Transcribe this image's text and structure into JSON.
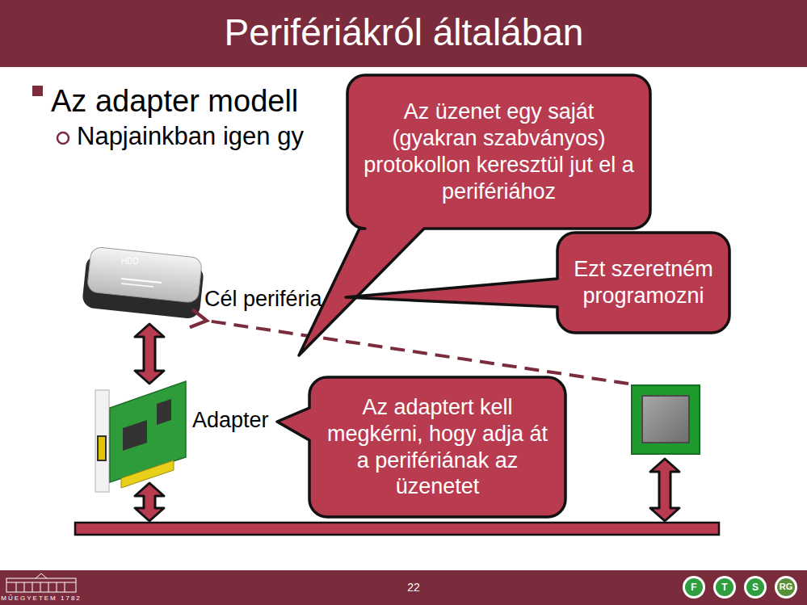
{
  "diagram": {
    "title": "Perifériákról általában",
    "nodes": [
      {
        "text": [
          "Az üzenet egy saját (gyakran szabványos) protokollon keresztül jut el a perifériához"
        ]
      },
      {
        "text": [
          "Cél periféria"
        ]
      },
      {
        "text": [
          "Ezt szeretném programozni"
        ]
      },
      {
        "text": [
          "Adapter"
        ]
      },
      {
        "text": [
          "Az adaptert kell megkérni, hogy adja át a perifériának az üzenetet"
        ]
      }
    ],
    "edges": [
      {
        "from": 1,
        "to": 3,
        "arrow": "both"
      }
    ],
    "labels": [
      "Az adapter modell",
      "Napjainkban igen gy",
      "HDD",
      "22",
      "MŰEGYETEM 1782",
      "F",
      "T",
      "S",
      "RG"
    ]
  }
}
